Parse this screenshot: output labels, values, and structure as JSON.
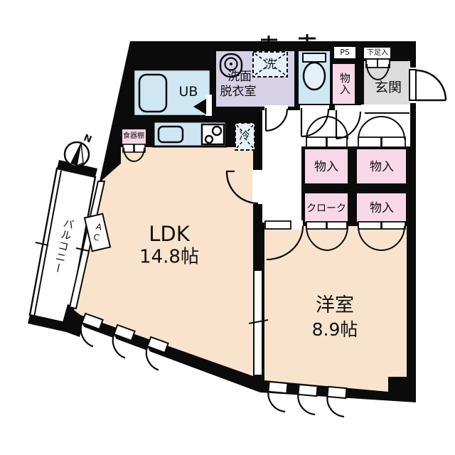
{
  "plan": {
    "rooms": {
      "ldk_name": "LDK",
      "ldk_size": "14.8帖",
      "western_name": "洋室",
      "western_size": "8.9帖",
      "entrance": "玄関",
      "balcony": "バルコニー",
      "unit_bath": "UB",
      "washroom_line1": "洗面",
      "washroom_line2": "脱衣室"
    },
    "storage": {
      "closet": "物入",
      "cloak": "クローク",
      "shoe_box": "下足入",
      "dish_shelf": "食器棚",
      "pipe_space": "PS"
    },
    "appliances": {
      "washer": "洗",
      "fridge": "冷",
      "air_conditioner": "AC"
    },
    "compass": {
      "north": "N"
    },
    "colors": {
      "room_fill": "#fae3cc",
      "wet_fill": "#cfe6f3",
      "fixture_fill": "#e4f1f9",
      "washroom_fill": "#d6d1e7",
      "storage_fill": "#f8d8e7",
      "entrance_fill": "#dcdcdc",
      "wall": "#0b0b0b"
    }
  }
}
